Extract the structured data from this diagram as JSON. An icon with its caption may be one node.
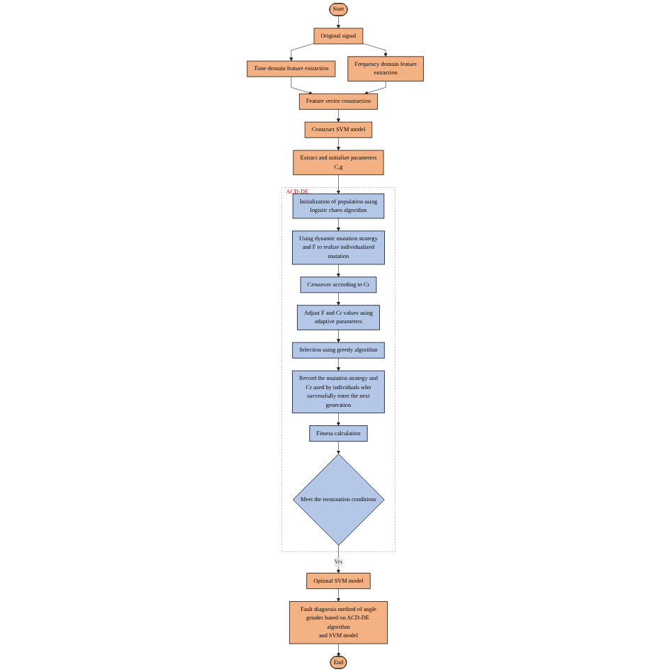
{
  "diagram": {
    "nodes": [
      {
        "text": [
          "Start"
        ]
      },
      {
        "text": [
          "Original signal"
        ]
      },
      {
        "text": [
          "Time domain feature extraction"
        ]
      },
      {
        "text": [
          "Frequency domain feature extraction"
        ]
      },
      {
        "text": [
          "Feature vector construction"
        ]
      },
      {
        "text": [
          "Construct SVM model"
        ]
      },
      {
        "text": [
          "Extract and initialize parameters C,g"
        ]
      },
      {
        "text": [
          "Optimal SVM model"
        ]
      },
      {
        "text": [
          "Fault diagnosis method of angle grinder based on ACD-DE algorithm and SVM model"
        ]
      },
      {
        "text": [
          "End"
        ]
      },
      {
        "text": [
          "ACD-DE"
        ]
      },
      {
        "text": [
          "Initialization of population using logistic chaos algorithm"
        ],
        "in": 10
      },
      {
        "text": [
          "Using dynamic mutation strategy and F to realize individualized mutation"
        ],
        "in": 10
      },
      {
        "text": [
          "Crossover according to Cr"
        ],
        "in": 10
      },
      {
        "text": [
          "Adjust F and Cr values using adaptive parameters"
        ],
        "in": 10
      },
      {
        "text": [
          "Selection using greedy algorithm"
        ],
        "in": 10
      },
      {
        "text": [
          "Record the mutation strategy and Cr used by individuals who successfully enter the next generation"
        ],
        "in": 10
      },
      {
        "text": [
          "Fitness calculation"
        ],
        "in": 10
      },
      {
        "text": [
          "Meet the termination conditions"
        ],
        "in": 10
      }
    ],
    "edges": [
      {
        "from": 0,
        "to": 1,
        "arrow": "to"
      },
      {
        "from": 1,
        "to": 2,
        "arrow": "to"
      },
      {
        "from": 1,
        "to": 3,
        "arrow": "to"
      },
      {
        "from": 2,
        "to": 4,
        "arrow": "to"
      },
      {
        "from": 3,
        "to": 4,
        "arrow": "to"
      },
      {
        "from": 4,
        "to": 5,
        "arrow": "to"
      },
      {
        "from": 5,
        "to": 6,
        "arrow": "to"
      },
      {
        "from": 6,
        "to": 11,
        "arrow": "to"
      },
      {
        "from": 11,
        "to": 12,
        "arrow": "to"
      },
      {
        "from": 12,
        "to": 13,
        "arrow": "to"
      },
      {
        "from": 13,
        "to": 14,
        "arrow": "to"
      },
      {
        "from": 14,
        "to": 15,
        "arrow": "to"
      },
      {
        "from": 15,
        "to": 16,
        "arrow": "to"
      },
      {
        "from": 16,
        "to": 17,
        "arrow": "to"
      },
      {
        "from": 17,
        "to": 18,
        "arrow": "to"
      },
      {
        "from": 18,
        "to": 7,
        "arrow": "to",
        "label": "Yes"
      },
      {
        "from": 7,
        "to": 8,
        "arrow": "to"
      },
      {
        "from": 8,
        "to": 9,
        "arrow": "to"
      }
    ]
  }
}
